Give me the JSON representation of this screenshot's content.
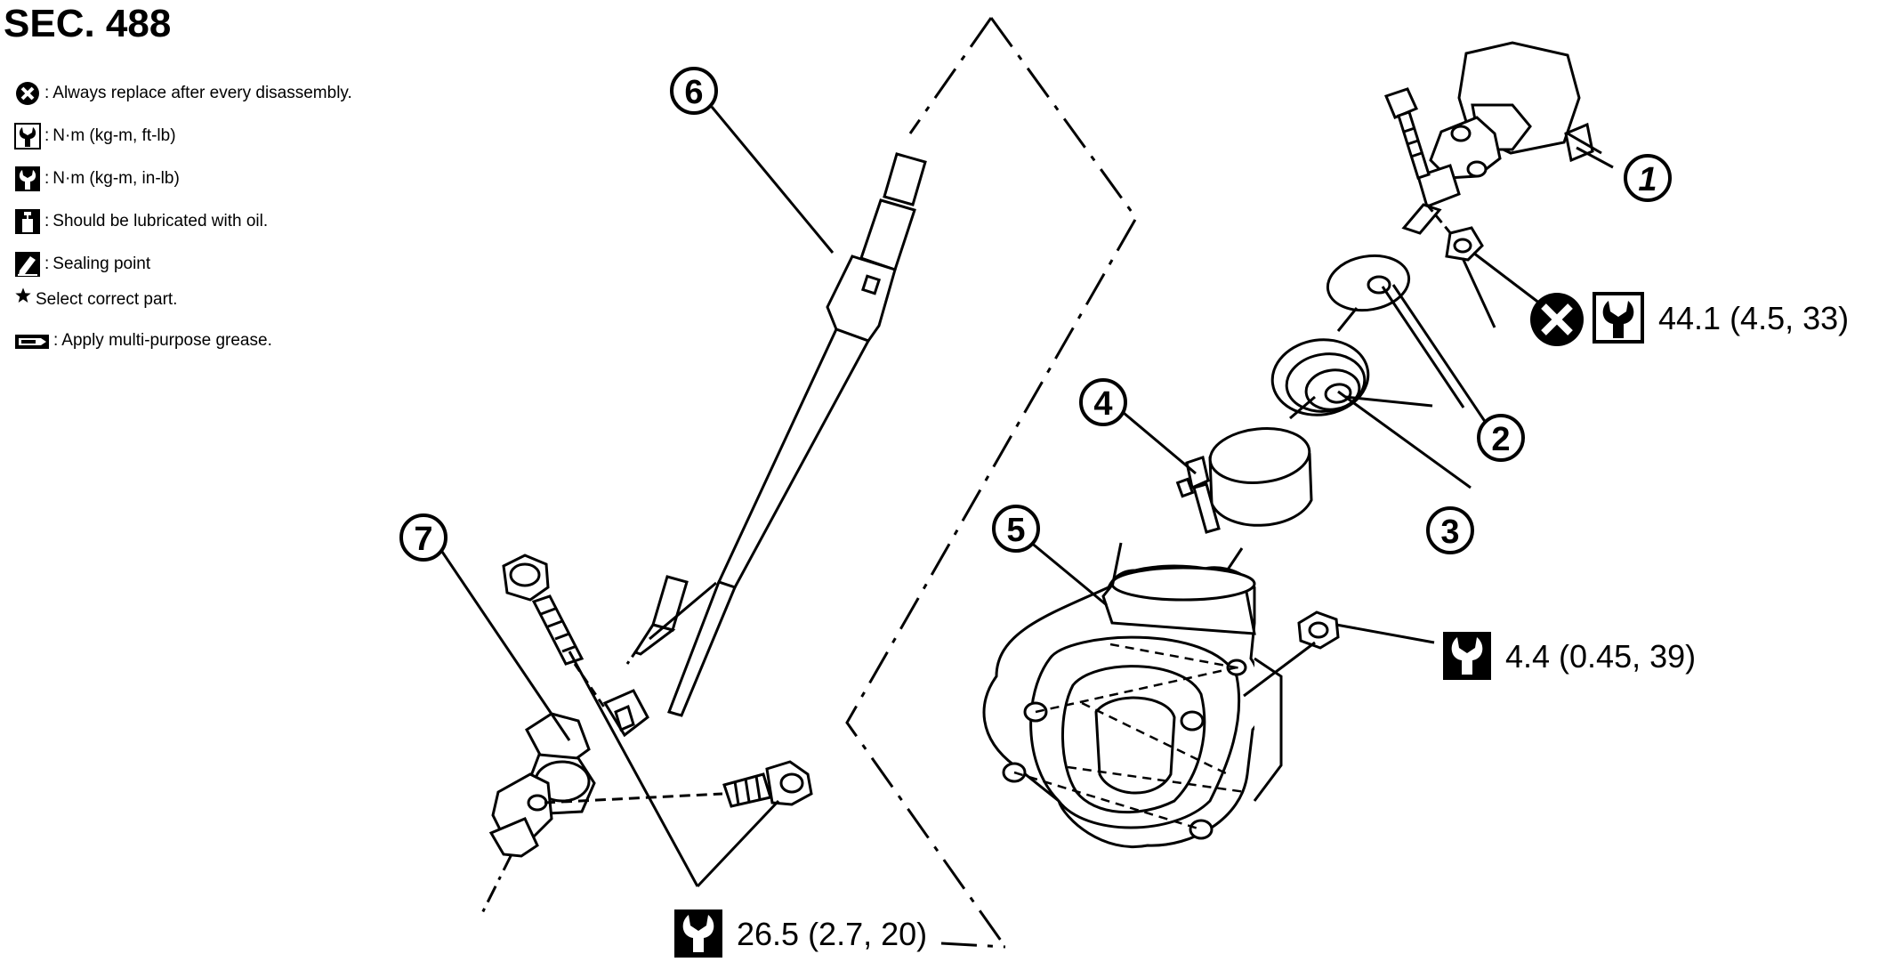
{
  "diagram": {
    "section_label": "SEC. 488",
    "legend": [
      {
        "icon": "x-circle-icon",
        "text": "Always replace after every disassembly."
      },
      {
        "icon": "torque-wrench-icon",
        "text": "N·m (kg-m, ft-lb)"
      },
      {
        "icon": "torque-wrench-solid-icon",
        "text": "N·m (kg-m, in-lb)"
      },
      {
        "icon": "oil-can-icon",
        "text": "Should be lubricated with oil."
      },
      {
        "icon": "sealing-point-icon",
        "text": "Sealing point"
      },
      {
        "icon": "star-icon",
        "text": "Select correct part."
      },
      {
        "icon": "grease-icon",
        "text": "Apply multi-purpose grease."
      }
    ],
    "callouts": [
      {
        "number": "1"
      },
      {
        "number": "2"
      },
      {
        "number": "3"
      },
      {
        "number": "4"
      },
      {
        "number": "5"
      },
      {
        "number": "6"
      },
      {
        "number": "7"
      }
    ],
    "torque_specs": [
      {
        "value": "44.1 (4.5, 33)",
        "icon": "torque-wrench-icon",
        "replace_icon": "x-circle-icon"
      },
      {
        "value": "4.4 (0.45, 39)",
        "icon": "torque-wrench-solid-icon"
      },
      {
        "value": "26.5 (2.7, 20)",
        "icon": "torque-wrench-solid-icon"
      }
    ]
  },
  "colors": {
    "ink": "#000000",
    "paper": "#ffffff"
  }
}
